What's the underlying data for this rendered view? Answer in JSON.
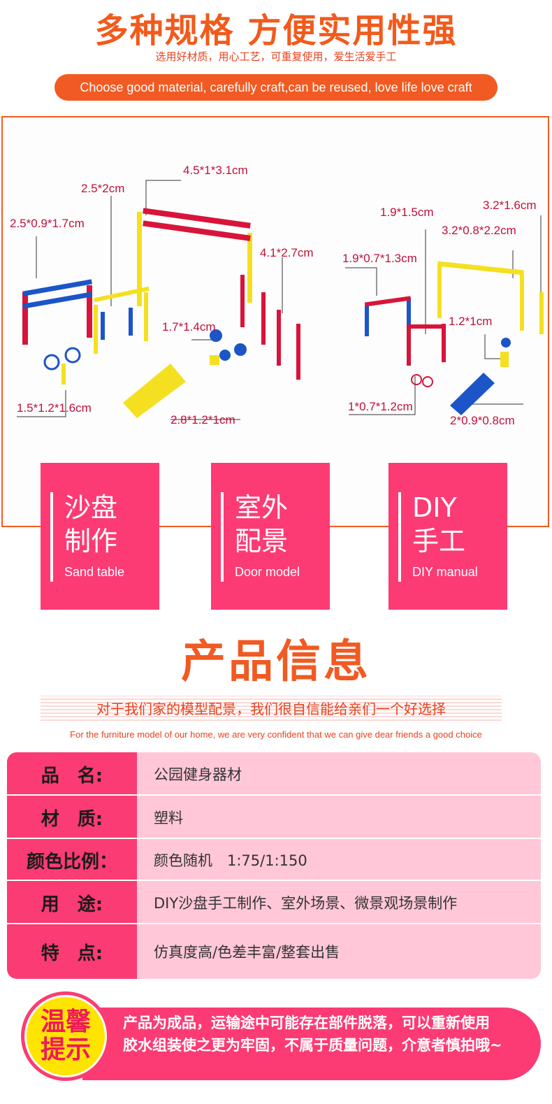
{
  "header": {
    "title": "多种规格 方便实用性强",
    "subtitle": "选用好材质，用心工艺，可重复使用，爱生活爱手工",
    "pill": "Choose good material, carefully craft,can be reused, love life love craft"
  },
  "photo": {
    "dimensions": {
      "d1": "2.5*0.9*1.7cm",
      "d2": "2.5*2cm",
      "d3": "4.5*1*3.1cm",
      "d4": "4.1*2.7cm",
      "d5": "1.7*1.4cm",
      "d6": "1.5*1.2*1.6cm",
      "d7": "2.8*1.2*1cm",
      "d8": "1.9*1.5cm",
      "d9": "3.2*1.6cm",
      "d10": "3.2*0.8*2.2cm",
      "d11": "1.9*0.7*1.3cm",
      "d12": "1.2*1cm",
      "d13": "1*0.7*1.2cm",
      "d14": "2*0.9*0.8cm"
    }
  },
  "cards": [
    {
      "zh1": "沙盘",
      "zh2": "制作",
      "en": "Sand table"
    },
    {
      "zh1": "室外",
      "zh2": "配景",
      "en": "Door model"
    },
    {
      "zh1": "DIY",
      "zh2": "手工",
      "en": "DIY manual"
    }
  ],
  "info": {
    "title": "产品信息",
    "subtitle": "对于我们家的模型配景，我们很自信能给亲们一个好选择",
    "subtitle_en": "For the furniture model of our home, we are very confident that we can give dear friends a good choice"
  },
  "table": [
    {
      "key": "品　名:",
      "value": "公园健身器材"
    },
    {
      "key": "材　质:",
      "value": "塑料"
    },
    {
      "key": "颜色比例：",
      "value": "颜色随机　1:75/1:150"
    },
    {
      "key": "用　途:",
      "value": "DIY沙盘手工制作、室外场景、微景观场景制作"
    },
    {
      "key": "特　点:",
      "value": "仿真度高/色差丰富/整套出售"
    }
  ],
  "tip": {
    "badge1": "温馨",
    "badge2": "提示",
    "line1": "产品为成品，运输途中可能存在部件脱落，可以重新使用",
    "line2": "胶水组装使之更为牢固，不属于质量问题，介意者慎拍哦~"
  },
  "colors": {
    "orange": "#f15a22",
    "pink": "#fc3b74",
    "light_pink": "#ffc7d8",
    "yellow": "#ffe400"
  }
}
